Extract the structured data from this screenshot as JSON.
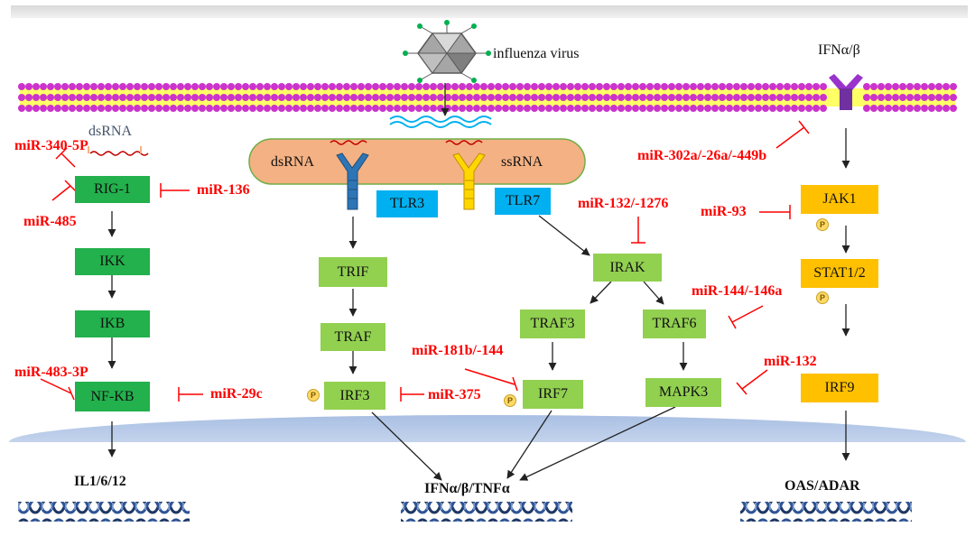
{
  "virus_label": "influenza virus",
  "ifn_receptor_label": "IFNα/β",
  "rna_labels": {
    "dsrna_left": "dsRNA",
    "dsrna_endosome": "dsRNA",
    "ssrna_endosome": "ssRNA"
  },
  "phospho_label": "P",
  "nodes": {
    "rig1": "RIG-1",
    "ikk": "IKK",
    "ikb": "IKB",
    "nfkb": "NF-KB",
    "tlr3": "TLR3",
    "tlr7": "TLR7",
    "trif": "TRIF",
    "traf": "TRAF",
    "irf3": "IRF3",
    "irak": "IRAK",
    "traf3": "TRAF3",
    "traf6": "TRAF6",
    "irf7": "IRF7",
    "mapk3": "MAPK3",
    "jak1": "JAK1",
    "stat12": "STAT1/2",
    "irf9": "IRF9"
  },
  "mirnas": {
    "mir340": "miR-340-5P",
    "mir485": "miR-485",
    "mir136": "miR-136",
    "mir483": "miR-483-3P",
    "mir29c": "miR-29c",
    "mir132_1276": "miR-132/-1276",
    "mir181b": "miR-181b/-144",
    "mir375": "miR-375",
    "mir302": "miR-302a/-26a/-449b",
    "mir93": "miR-93",
    "mir144_146a": "miR-144/-146a",
    "mir132": "miR-132"
  },
  "outputs": {
    "left": "IL1/6/12",
    "center": "IFNα/β/TNFα",
    "right": "OAS/ADAR"
  },
  "colors": {
    "dark_green": "#22b14c",
    "light_green": "#92d050",
    "blue": "#00b0f0",
    "orange": "#ffc000",
    "inhibitor_red": "#ff0000",
    "membrane_magenta": "#cc33cc",
    "membrane_yellow": "#ffff66",
    "endosome": "#f4b183",
    "nucleus": "#b4c7e7"
  },
  "icons": [
    "virus-icon",
    "receptor-icon",
    "dna-helix-icon",
    "phosphate-icon"
  ]
}
